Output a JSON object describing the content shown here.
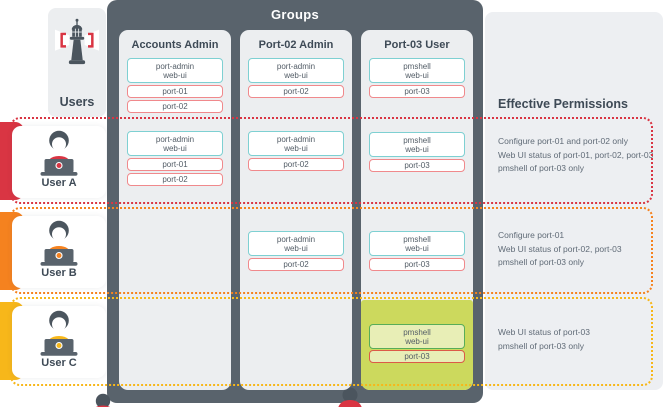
{
  "titles": {
    "groups": "Groups",
    "users": "Users",
    "permissions": "Effective Permissions"
  },
  "icons": {
    "logo": "lighthouse-icon",
    "user": "person-at-laptop-icon",
    "peek": "peeking-avatar-icon"
  },
  "groups": [
    {
      "name": "Accounts Admin",
      "self": [
        {
          "l1": "port-admin",
          "l2": "web-ui"
        },
        {
          "l1": "port-01"
        },
        {
          "l1": "port-02"
        }
      ]
    },
    {
      "name": "Port-02 Admin",
      "self": [
        {
          "l1": "port-admin",
          "l2": "web-ui"
        },
        {
          "l1": "port-02"
        }
      ]
    },
    {
      "name": "Port-03 User",
      "self": [
        {
          "l1": "pmshell",
          "l2": "web-ui"
        },
        {
          "l1": "port-03"
        }
      ]
    }
  ],
  "rows": [
    {
      "name": "User A",
      "cells": {
        "accounts_admin": [
          {
            "l1": "port-admin",
            "l2": "web-ui"
          },
          {
            "l1": "port-01"
          },
          {
            "l1": "port-02"
          }
        ],
        "port02_admin": [
          {
            "l1": "port-admin",
            "l2": "web-ui"
          },
          {
            "l1": "port-02"
          }
        ],
        "port03_user": [
          {
            "l1": "pmshell",
            "l2": "web-ui"
          },
          {
            "l1": "port-03"
          }
        ]
      },
      "permissions": [
        "Configure port-01 and port-02 only",
        "Web UI status of port-01, port-02, port-03",
        "pmshell of port-03 only"
      ]
    },
    {
      "name": "User B",
      "cells": {
        "port02_admin": [
          {
            "l1": "port-admin",
            "l2": "web-ui"
          },
          {
            "l1": "port-02"
          }
        ],
        "port03_user": [
          {
            "l1": "pmshell",
            "l2": "web-ui"
          },
          {
            "l1": "port-03"
          }
        ]
      },
      "permissions": [
        "Configure port-01",
        "Web UI status of port-02, port-03",
        "pmshell of port-03 only"
      ]
    },
    {
      "name": "User C",
      "cells": {
        "port03_user": [
          {
            "l1": "pmshell",
            "l2": "web-ui"
          },
          {
            "l1": "port-03"
          }
        ]
      },
      "permissions": [
        "Web UI status of port-03",
        "pmshell of port-03 only"
      ]
    }
  ],
  "colors": {
    "row-a": "#d93543",
    "row-b": "#f5821f",
    "row-c": "#f7b71a",
    "teal-border": "#7ed0d2",
    "red-border": "#f0898c",
    "green-border": "#58ad58",
    "hl-red-border": "#dc5a49",
    "highlight-bg": "#ccd95d",
    "panel-dark": "#59636c",
    "panel-light": "#eceef0",
    "perm-panel-bg": "#edeff2",
    "heading-text": "#3e4a56",
    "body-text": "#606b77",
    "box-text": "#525c66",
    "avatar-dark": "#4b555e"
  }
}
